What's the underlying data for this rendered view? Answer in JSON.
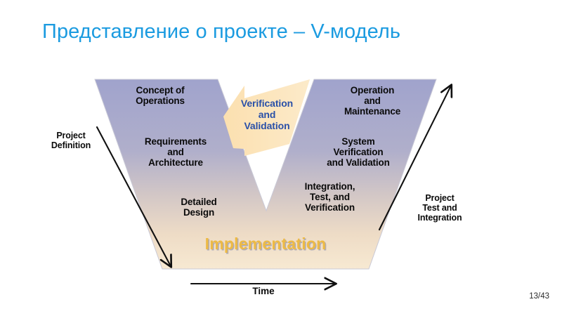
{
  "slide": {
    "title": "Представление о проекте – V-модель",
    "title_color": "#1B9BE0",
    "background": "#ffffff",
    "page_number": "13/43"
  },
  "diagram": {
    "name": "v-model",
    "colors": {
      "arm_top": "#A0A3CC",
      "arm_bottom": "#F4E2C6",
      "vv_arrow_fill": "#FBE0B0",
      "vv_arrow_fill_light": "#FDF2DC",
      "vv_text": "#2A50A8",
      "implementation_text": "#EDBA45",
      "stage_text": "#0a0a0a",
      "arrow_stroke": "#111111",
      "outline": "#C9C9D6"
    },
    "left_stages": [
      {
        "id": "concept-of-operations",
        "text": "Concept of\nOperations"
      },
      {
        "id": "requirements-and-architecture",
        "text": "Requirements\nand\nArchitecture"
      },
      {
        "id": "detailed-design",
        "text": "Detailed\nDesign"
      }
    ],
    "right_stages": [
      {
        "id": "operation-and-maintenance",
        "text": "Operation\nand\nMaintenance"
      },
      {
        "id": "system-verification-and-validation",
        "text": "System\nVerification\nand Validation"
      },
      {
        "id": "integration-test-and-verification",
        "text": "Integration,\nTest, and\nVerification"
      }
    ],
    "center_arrow_label": "Verification\nand\nValidation",
    "bottom_label": "Implementation",
    "side_labels": {
      "left": "Project\nDefinition",
      "right": "Project\nTest and\nIntegration"
    },
    "time_axis_label": "Time"
  }
}
